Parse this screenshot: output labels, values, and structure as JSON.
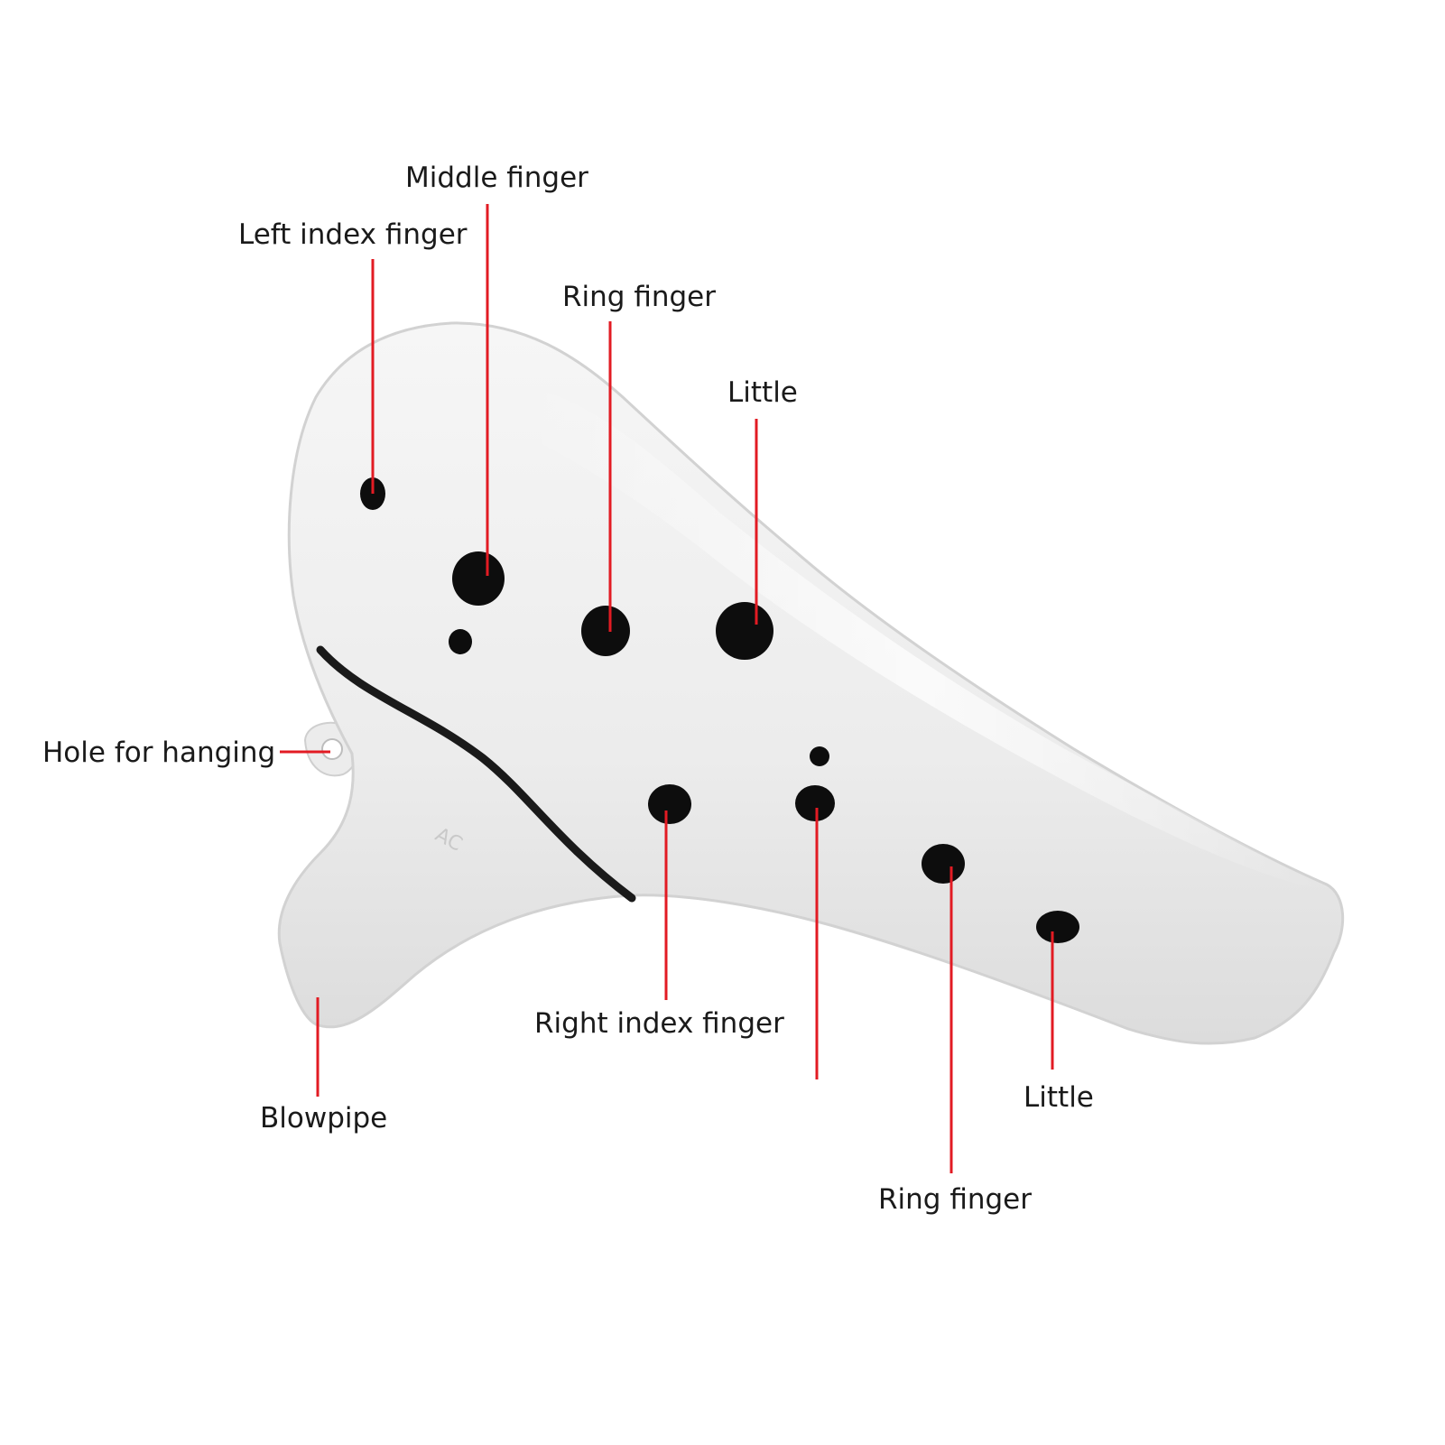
{
  "diagram": {
    "accent_color": "#e21b23",
    "instrument_body_color": "#f2f2f2",
    "hole_color": "#0d0d0d",
    "engraved_mark": "AC",
    "labels": {
      "left_index_finger": "Left index finger",
      "middle_finger": "Middle finger",
      "ring_finger_top": "Ring finger",
      "little_top": "Little",
      "hole_for_hanging": "Hole for hanging",
      "right_index_finger": "Right index finger",
      "blowpipe": "Blowpipe",
      "little_bottom": "Little",
      "ring_finger_bottom": "Ring finger"
    }
  }
}
